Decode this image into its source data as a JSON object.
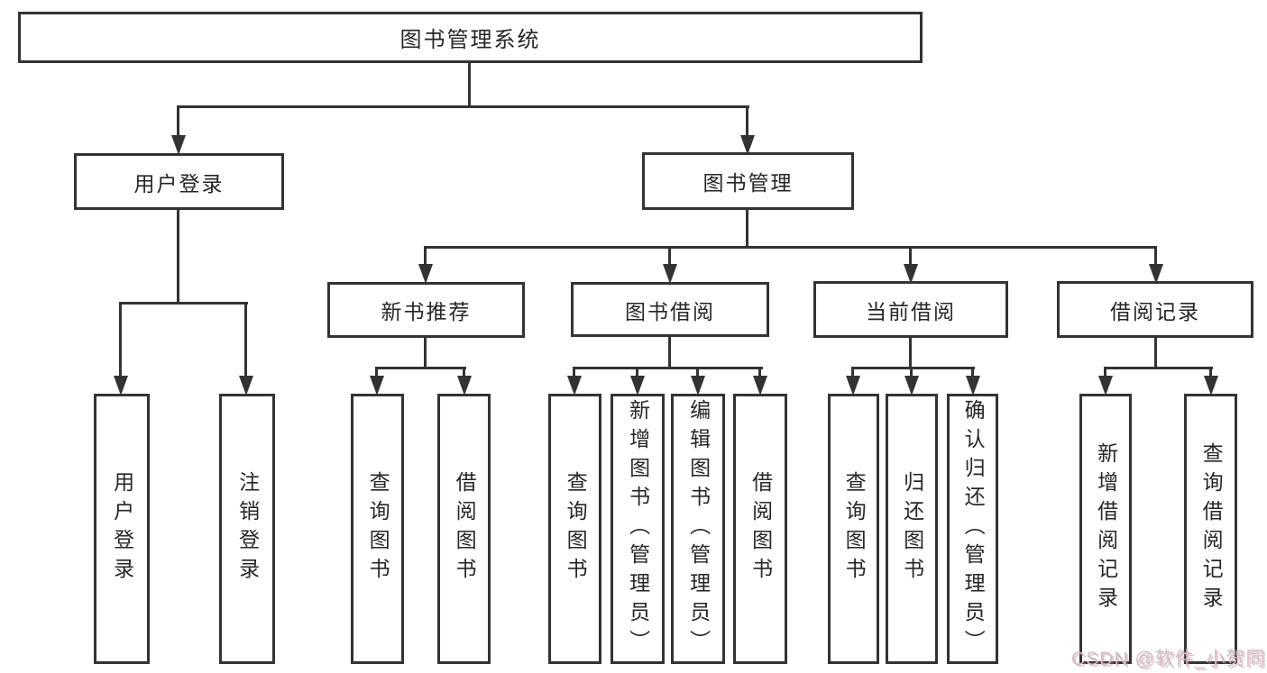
{
  "diagram": {
    "root": {
      "label": "图书管理系统"
    },
    "branches": [
      {
        "label": "用户登录"
      },
      {
        "label": "图书管理"
      }
    ],
    "modules": [
      {
        "label": "新书推荐"
      },
      {
        "label": "图书借阅"
      },
      {
        "label": "当前借阅"
      },
      {
        "label": "借阅记录"
      }
    ],
    "leaves": [
      {
        "label": "用户登录"
      },
      {
        "label": "注销登录"
      },
      {
        "label": "查询图书"
      },
      {
        "label": "借阅图书"
      },
      {
        "label": "查询图书"
      },
      {
        "label": "新增图书（管理员）"
      },
      {
        "label": "编辑图书（管理员）"
      },
      {
        "label": "借阅图书"
      },
      {
        "label": "查询图书"
      },
      {
        "label": "归还图书"
      },
      {
        "label": "确认归还（管理员）"
      },
      {
        "label": "新增借阅记录"
      },
      {
        "label": "查询借阅记录"
      }
    ]
  },
  "watermark": {
    "text": "CSDN @软件_小贺同学"
  },
  "colors": {
    "line": "#333333",
    "text": "#262626",
    "watermark": "#c4c4c4",
    "watermark_shadow": "#e06e82"
  }
}
